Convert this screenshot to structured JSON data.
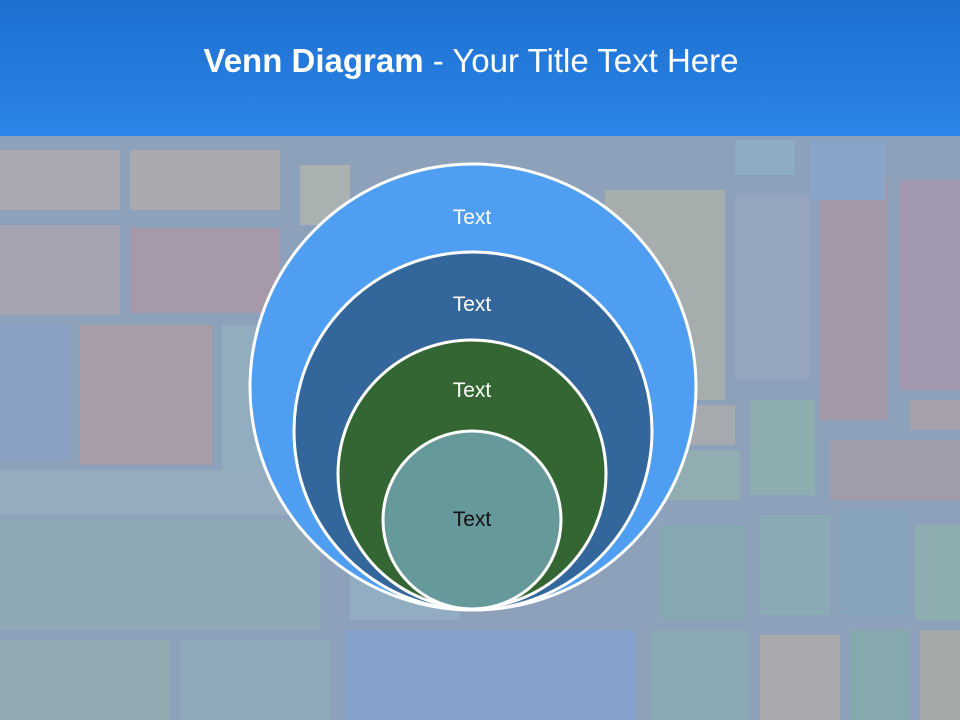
{
  "slide": {
    "title_bold": "Venn Diagram",
    "title_rest": " - Your Title Text Here"
  },
  "venn": {
    "circles": [
      {
        "label": "Text",
        "fill": "#4f9ef1"
      },
      {
        "label": "Text",
        "fill": "#33669a"
      },
      {
        "label": "Text",
        "fill": "#336632"
      },
      {
        "label": "Text",
        "fill": "#669999"
      }
    ],
    "stroke": "#ffffff"
  },
  "colors": {
    "header_top": "#1e6fd0",
    "header_bottom": "#2a86e8",
    "background_overlay": "#a9bed8"
  }
}
